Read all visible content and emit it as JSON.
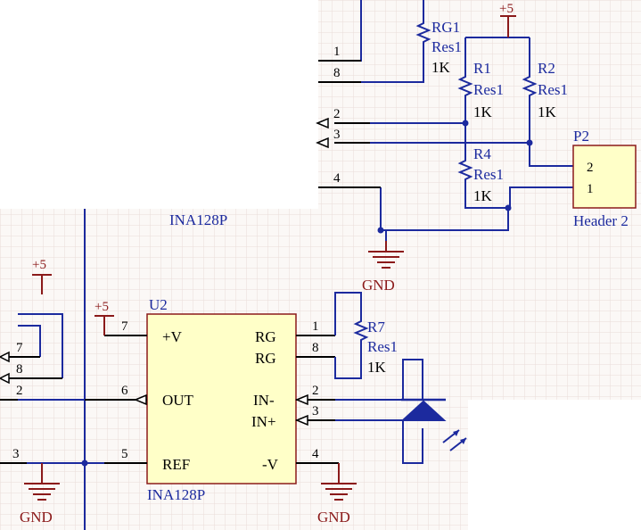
{
  "colors": {
    "wire": "#1c2a9e",
    "pinline": "#000000",
    "power": "#8b1a1a",
    "label_blue": "#1c2a9e",
    "text_dark": "#000000",
    "ic_fill": "#ffffc8",
    "ic_border": "#8b1a1a",
    "grid": "#e9dcd8",
    "sheet_bg": "#fbf8f6"
  },
  "top_block": {
    "pins": [
      "1",
      "8",
      "2",
      "3",
      "4"
    ],
    "supply": "+5",
    "ground": "GND",
    "resistors": [
      {
        "designator": "RG1",
        "type": "Res1",
        "value": "1K"
      },
      {
        "designator": "R1",
        "type": "Res1",
        "value": "1K"
      },
      {
        "designator": "R2",
        "type": "Res1",
        "value": "1K"
      },
      {
        "designator": "R4",
        "type": "Res1",
        "value": "1K"
      }
    ],
    "header": {
      "designator": "P2",
      "name": "Header 2",
      "pins": [
        "2",
        "1"
      ]
    }
  },
  "amp": {
    "part_label": "INA128P",
    "designator": "U2",
    "comment": "INA128P",
    "pins_left": [
      {
        "num": "7",
        "name": "+V"
      },
      {
        "num": "6",
        "name": "OUT"
      },
      {
        "num": "5",
        "name": "REF"
      }
    ],
    "pins_right": [
      {
        "num": "1",
        "name": "RG"
      },
      {
        "num": "8",
        "name": "RG"
      },
      {
        "num": "2",
        "name": "IN-"
      },
      {
        "num": "3",
        "name": "IN+"
      },
      {
        "num": "4",
        "name": "-V"
      }
    ],
    "supply": "+5",
    "grounds": [
      "GND",
      "GND"
    ],
    "left_pins": [
      "7",
      "8",
      "2",
      "3"
    ],
    "left_supply": "+5",
    "gain_resistor": {
      "designator": "R7",
      "type": "Res1",
      "value": "1K"
    }
  }
}
